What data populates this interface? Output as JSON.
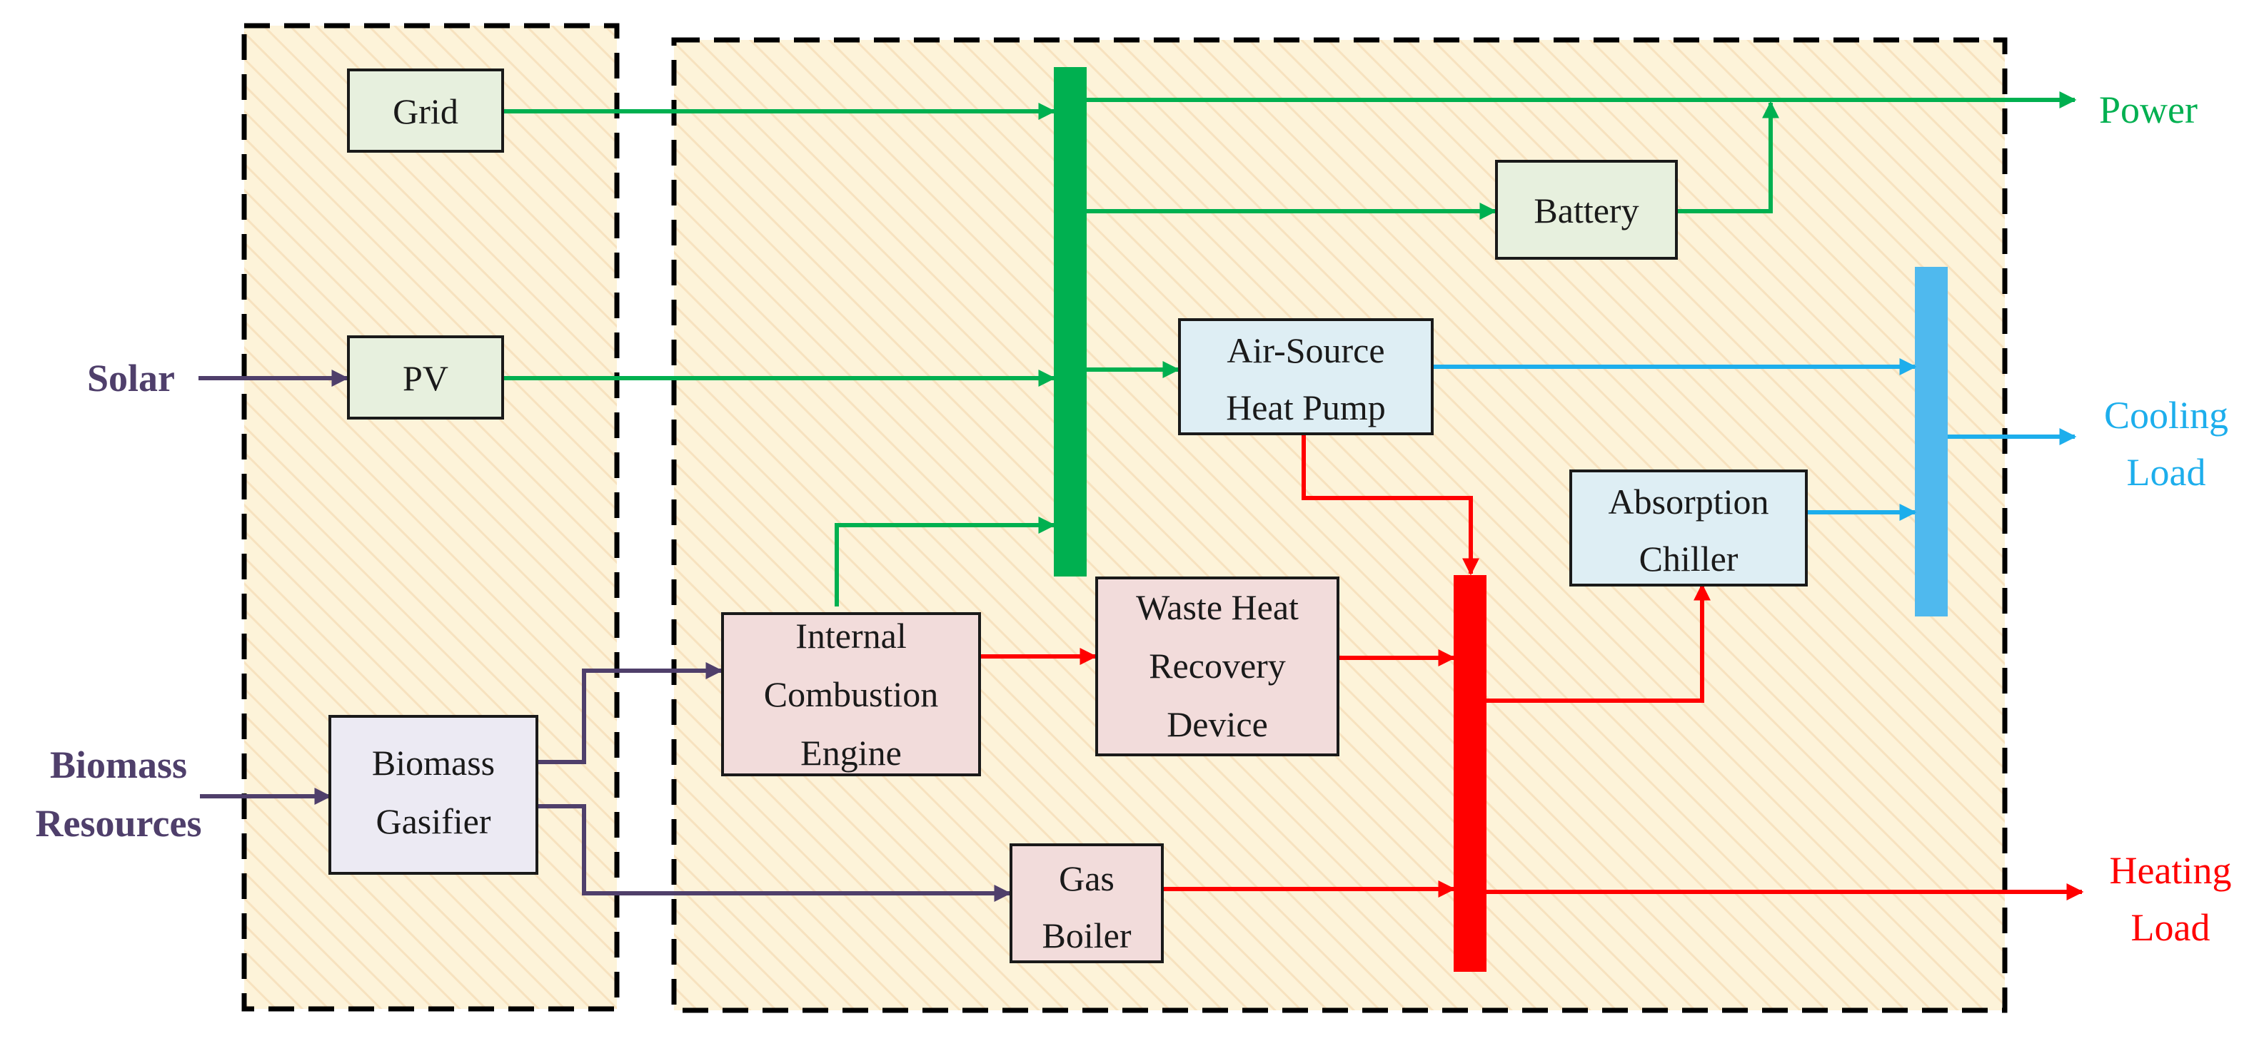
{
  "colors": {
    "panel_fill": "#FDF3D9",
    "panel_hatch": "#F7E2BF",
    "panel_border": "#000000",
    "electric": "#00B050",
    "cooling": "#1DAEEC",
    "heating": "#FF0000",
    "fuel": "#4F3F6B",
    "box_green": "#E7F0DE",
    "box_blue": "#DEEEF4",
    "box_pink": "#F2DCDB",
    "box_lavender": "#ECEAF3",
    "box_border": "#1a1a1a"
  },
  "sources": {
    "solar": "Solar",
    "biomass_line1": "Biomass",
    "biomass_line2": "Resources"
  },
  "boxes": {
    "grid": "Grid",
    "pv": "PV",
    "biomass_gasifier_line1": "Biomass",
    "biomass_gasifier_line2": "Gasifier",
    "battery": "Battery",
    "ashp_line1": "Air-Source",
    "ashp_line2": "Heat Pump",
    "absorption_line1": "Absorption",
    "absorption_line2": "Chiller",
    "ice_line1": "Internal",
    "ice_line2": "Combustion",
    "ice_line3": "Engine",
    "whr_line1": "Waste Heat",
    "whr_line2": "Recovery",
    "whr_line3": "Device",
    "boiler_line1": "Gas",
    "boiler_line2": "Boiler"
  },
  "outputs": {
    "power": "Power",
    "cooling_line1": "Cooling",
    "cooling_line2": "Load",
    "heating_line1": "Heating",
    "heating_line2": "Load"
  }
}
